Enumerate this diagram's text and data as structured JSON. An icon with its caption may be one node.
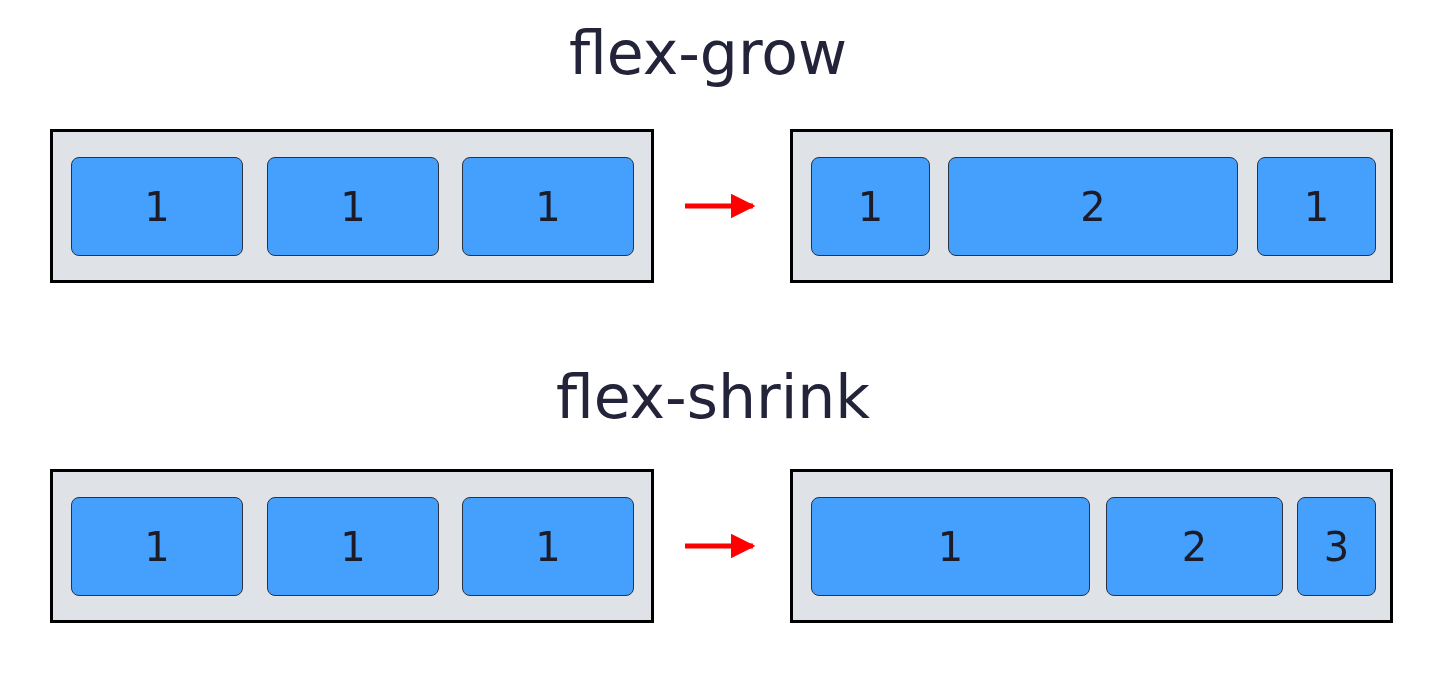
{
  "diagram": {
    "nodes": [
      {
        "text": [],
        "shape": "box"
      },
      {
        "text": [
          "1"
        ],
        "in": 0
      },
      {
        "text": [
          "1"
        ],
        "in": 0
      },
      {
        "text": [
          "1"
        ],
        "in": 0
      },
      {
        "text": [],
        "shape": "box"
      },
      {
        "text": [
          "1"
        ],
        "in": 4
      },
      {
        "text": [
          "2"
        ],
        "in": 4
      },
      {
        "text": [
          "1"
        ],
        "in": 4
      },
      {
        "text": [],
        "shape": "box"
      },
      {
        "text": [
          "1"
        ],
        "in": 8
      },
      {
        "text": [
          "1"
        ],
        "in": 8
      },
      {
        "text": [
          "1"
        ],
        "in": 8
      },
      {
        "text": [],
        "shape": "box"
      },
      {
        "text": [
          "1"
        ],
        "in": 12
      },
      {
        "text": [
          "2"
        ],
        "in": 12
      },
      {
        "text": [
          "3"
        ],
        "in": 12
      }
    ],
    "edges": [
      {
        "from": 0,
        "to": 4,
        "arrow": "to"
      },
      {
        "from": 8,
        "to": 12,
        "arrow": "to"
      }
    ],
    "labels": [
      "flex-grow",
      "flex-shrink"
    ]
  }
}
